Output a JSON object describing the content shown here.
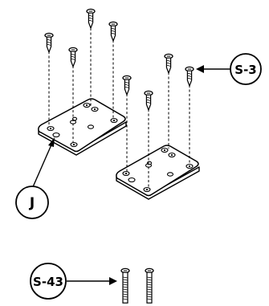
{
  "callouts": {
    "plate_label": "J",
    "screw_label_top": "S-3",
    "screw_label_bottom": "S-43"
  },
  "colors": {
    "ink": "#000000",
    "paper": "#ffffff"
  }
}
